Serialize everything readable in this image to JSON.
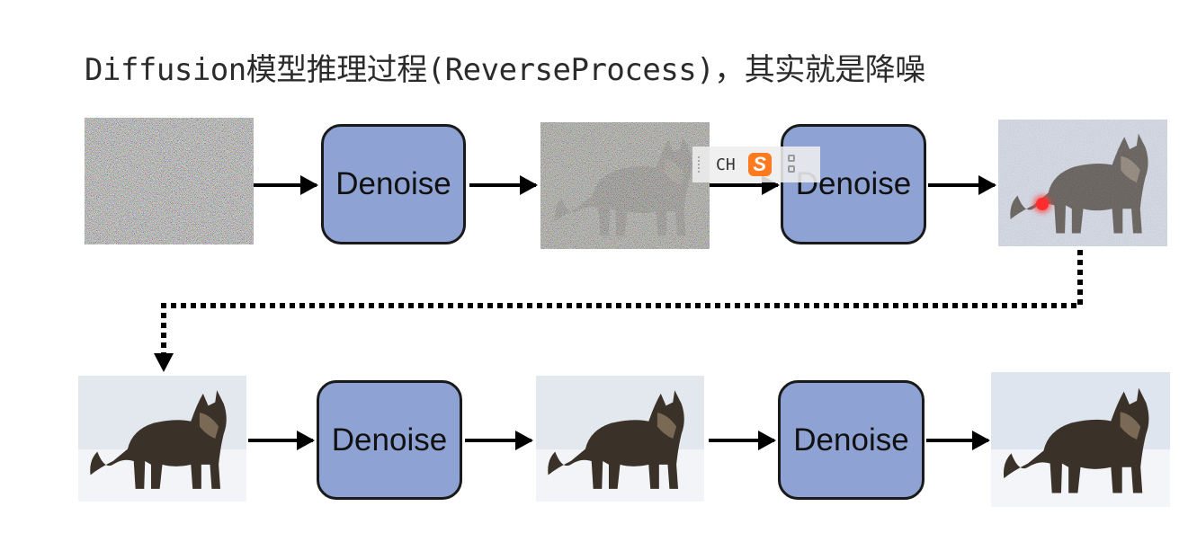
{
  "title": "Diffusion模型推理过程(ReverseProcess)，其实就是降噪",
  "steps": [
    {
      "label": "Denoise"
    },
    {
      "label": "Denoise"
    },
    {
      "label": "Denoise"
    },
    {
      "label": "Denoise"
    }
  ],
  "images": [
    {
      "icon": "pure-noise-image"
    },
    {
      "icon": "noisy-cat-image"
    },
    {
      "icon": "slightly-noisy-cat-image"
    },
    {
      "icon": "cat-image"
    },
    {
      "icon": "cat-image"
    },
    {
      "icon": "clean-cat-image"
    }
  ],
  "ime_toolbar": {
    "mode_text": "CH",
    "logo_letter": "S"
  },
  "colors": {
    "denoise_fill": "#8ea2d3",
    "arrow": "#000000",
    "cursor": "#ff2d2d",
    "ime_logo": "#ff7a1f"
  }
}
